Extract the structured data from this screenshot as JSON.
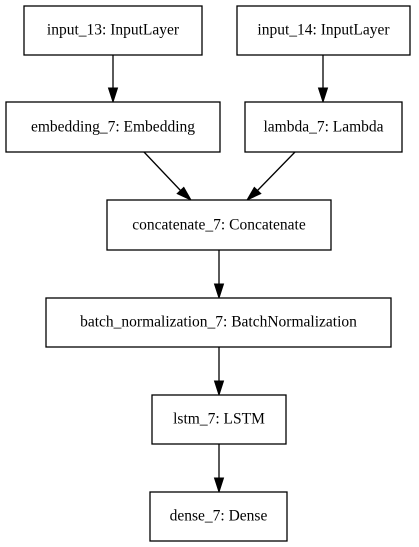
{
  "nodes": [
    {
      "id": "input_13",
      "label": "input_13: InputLayer"
    },
    {
      "id": "input_14",
      "label": "input_14: InputLayer"
    },
    {
      "id": "embedding_7",
      "label": "embedding_7: Embedding"
    },
    {
      "id": "lambda_7",
      "label": "lambda_7: Lambda"
    },
    {
      "id": "concatenate_7",
      "label": "concatenate_7: Concatenate"
    },
    {
      "id": "batch_normalization_7",
      "label": "batch_normalization_7: BatchNormalization"
    },
    {
      "id": "lstm_7",
      "label": "lstm_7: LSTM"
    },
    {
      "id": "dense_7",
      "label": "dense_7: Dense"
    }
  ],
  "edges": [
    {
      "from": "input_13",
      "to": "embedding_7"
    },
    {
      "from": "input_14",
      "to": "lambda_7"
    },
    {
      "from": "embedding_7",
      "to": "concatenate_7"
    },
    {
      "from": "lambda_7",
      "to": "concatenate_7"
    },
    {
      "from": "concatenate_7",
      "to": "batch_normalization_7"
    },
    {
      "from": "batch_normalization_7",
      "to": "lstm_7"
    },
    {
      "from": "lstm_7",
      "to": "dense_7"
    }
  ]
}
